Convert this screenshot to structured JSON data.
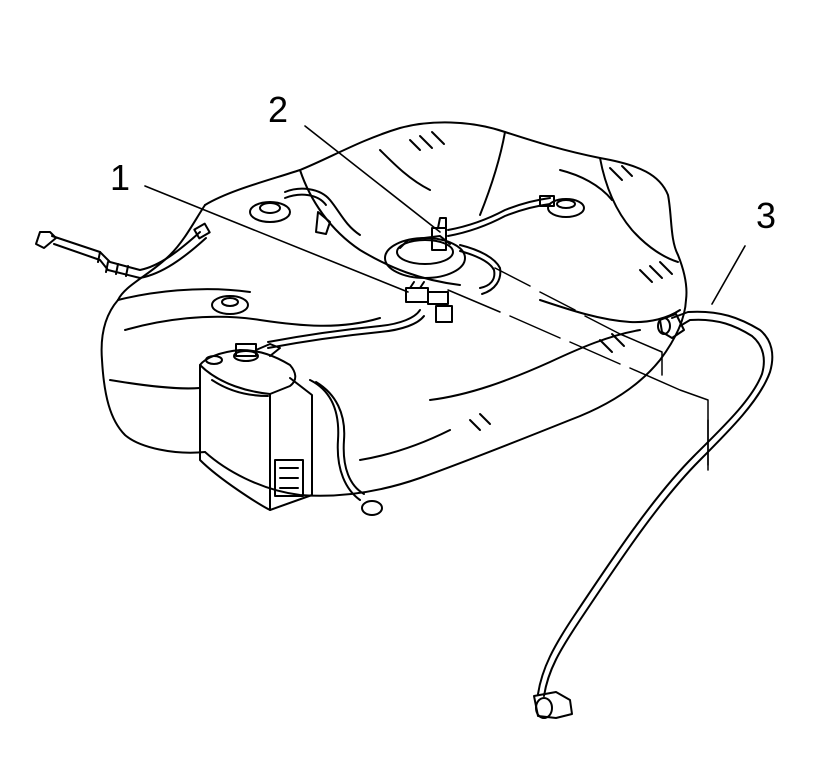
{
  "diagram": {
    "callouts": [
      {
        "id": "1",
        "label": "1"
      },
      {
        "id": "2",
        "label": "2"
      },
      {
        "id": "3",
        "label": "3"
      }
    ]
  },
  "colors": {
    "line": "#000000",
    "background": "#ffffff"
  }
}
